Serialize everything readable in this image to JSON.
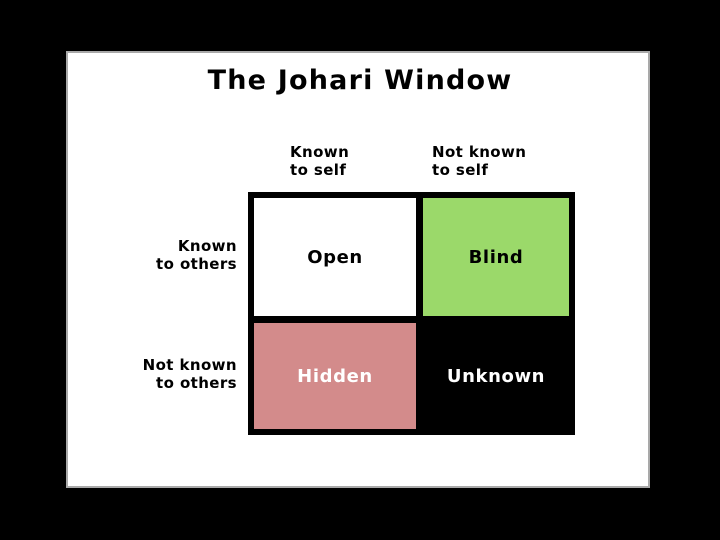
{
  "slide": {
    "title": "The Johari Window",
    "background_color": "#000000",
    "canvas_color": "#ffffff",
    "canvas_border_color": "#a9a9a9"
  },
  "matrix": {
    "column_headers": [
      {
        "id": "known-self",
        "label": "Known\nto self"
      },
      {
        "id": "not-known-self",
        "label": "Not known\nto self"
      }
    ],
    "row_headers": [
      {
        "id": "known-others",
        "label": "Known\nto others"
      },
      {
        "id": "not-known-others",
        "label": "Not known\nto others"
      }
    ],
    "quadrants": [
      {
        "id": "open",
        "label": "Open",
        "row": "known-others",
        "column": "known-self",
        "fill_color": "#ffffff",
        "text_color": "#000000"
      },
      {
        "id": "blind",
        "label": "Blind",
        "row": "known-others",
        "column": "not-known-self",
        "fill_color": "#9BD96A",
        "text_color": "#000000"
      },
      {
        "id": "hidden",
        "label": "Hidden",
        "row": "not-known-others",
        "column": "known-self",
        "fill_color": "#D38B8B",
        "text_color": "#ffffff"
      },
      {
        "id": "unknown",
        "label": "Unknown",
        "row": "not-known-others",
        "column": "not-known-self",
        "fill_color": "#000000",
        "text_color": "#ffffff"
      }
    ],
    "border_color": "#000000"
  }
}
